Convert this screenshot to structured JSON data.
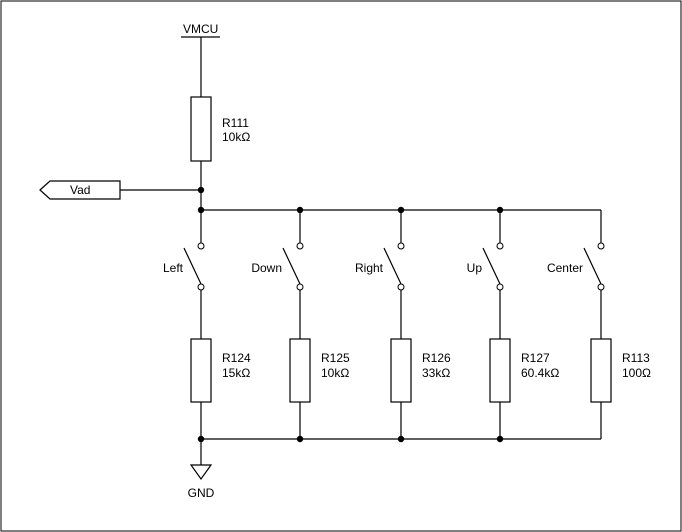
{
  "power": {
    "supply_label": "VMCU",
    "ground_label": "GND"
  },
  "signal": {
    "label": "Vad"
  },
  "pullup": {
    "ref": "R111",
    "value": "10kΩ"
  },
  "branches": [
    {
      "switch_label": "Left",
      "ref": "R124",
      "value": "15kΩ"
    },
    {
      "switch_label": "Down",
      "ref": "R125",
      "value": "10kΩ"
    },
    {
      "switch_label": "Right",
      "ref": "R126",
      "value": "33kΩ"
    },
    {
      "switch_label": "Up",
      "ref": "R127",
      "value": "60.4kΩ"
    },
    {
      "switch_label": "Center",
      "ref": "R113",
      "value": "100Ω"
    }
  ],
  "colors": {
    "line": "#000000",
    "background": "#ffffff"
  }
}
